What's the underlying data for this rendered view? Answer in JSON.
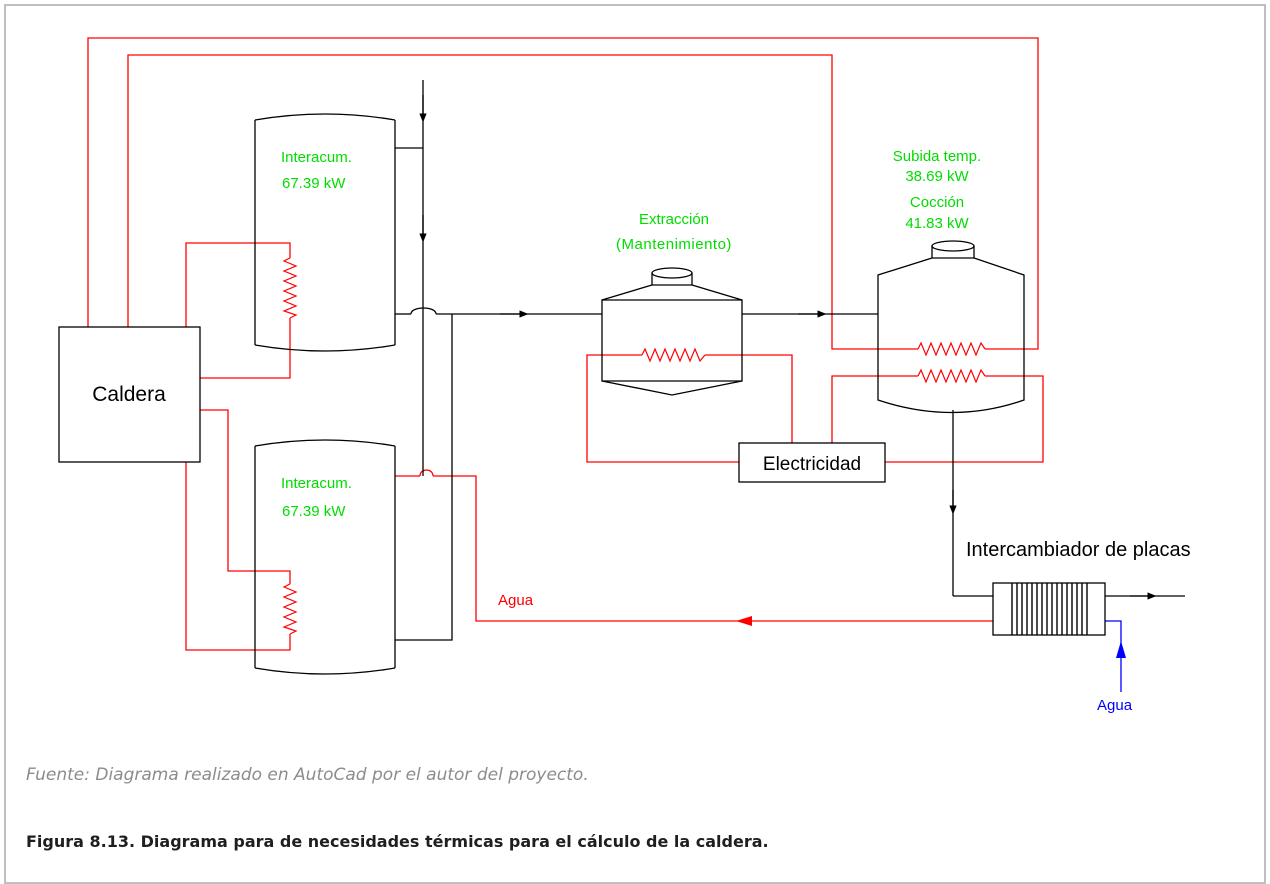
{
  "colors": {
    "hot_line": "#ff0000",
    "cold_water": "#0000ff",
    "label_green": "#00dd00",
    "line_black": "#000000"
  },
  "boiler": {
    "label": "Caldera"
  },
  "tank_top": {
    "name": "Interacum.",
    "power": "67.39 kW"
  },
  "tank_bottom": {
    "name": "Interacum.",
    "power": "67.39 kW"
  },
  "extraction": {
    "line1": "Extracción",
    "line2": "(Mantenimiento)"
  },
  "cooker": {
    "rise_label": "Subida temp.",
    "rise_power": "38.69 kW",
    "cook_label": "Cocción",
    "cook_power": "41.83 kW"
  },
  "electricity": {
    "label": "Electricidad"
  },
  "exchanger": {
    "label": "Intercambiador de placas"
  },
  "water_red": {
    "label": "Agua"
  },
  "water_blue": {
    "label": "Agua"
  },
  "source_note": "Fuente: Diagrama realizado en AutoCad por el autor del proyecto.",
  "figure_caption": "Figura 8.13. Diagrama para de necesidades térmicas para el cálculo de la caldera."
}
